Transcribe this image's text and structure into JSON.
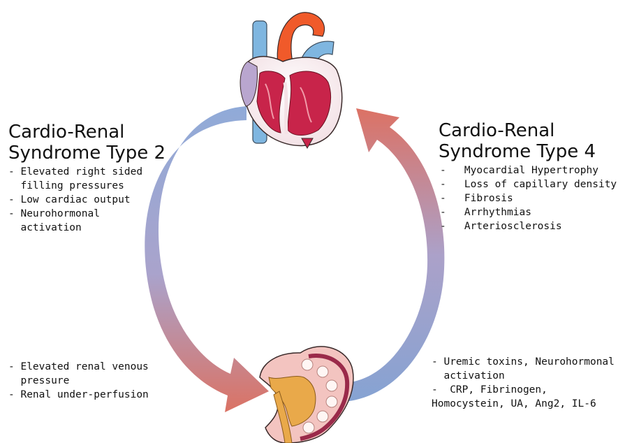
{
  "left": {
    "title_line1": "Cardio-Renal",
    "title_line2": "Syndrome Type 2",
    "bullets": [
      "- Elevated right sided",
      "  filling pressures",
      "- Low cardiac output",
      "- Neurohormonal",
      "  activation"
    ],
    "bottom_bullets": [
      "- Elevated renal venous",
      "  pressure",
      "- Renal under-perfusion"
    ]
  },
  "right": {
    "title_line1": "Cardio-Renal",
    "title_line2": "Syndrome Type 4",
    "bullets": [
      "-   Myocardial Hypertrophy",
      "-   Loss of capillary density",
      "-   Fibrosis",
      "-   Arrhythmias",
      "-   Arteriosclerosis"
    ],
    "bottom_bullets": [
      "- Uremic toxins, Neurohormonal",
      "  activation",
      "-  CRP, Fibrinogen,",
      "Homocystein, UA, Ang2, IL-6"
    ]
  },
  "colors": {
    "arrow_blue": "#7f9ed0",
    "arrow_red": "#d86a5e",
    "heart_muscle": "#c8244a",
    "aorta": "#f05a2a",
    "vein_blue": "#7fb6e0",
    "kidney_outer": "#f3c4c0",
    "kidney_pelvis": "#e9a94a"
  },
  "icons": [
    "heart-illustration",
    "kidney-illustration"
  ]
}
